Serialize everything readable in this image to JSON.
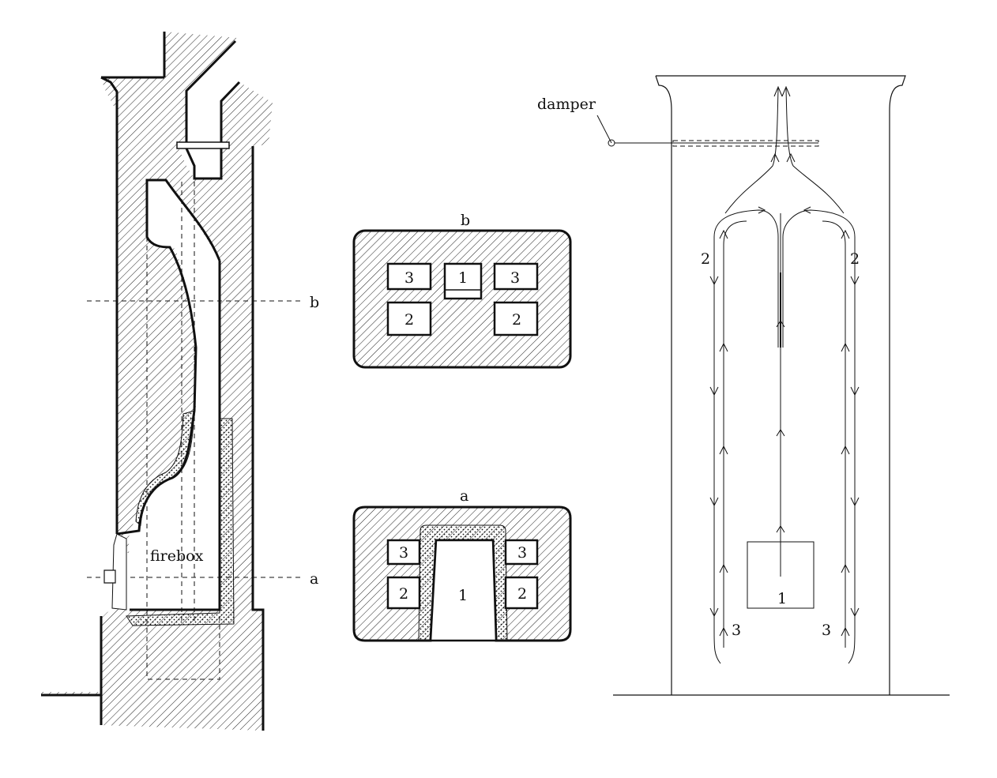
{
  "colors": {
    "ink": "#111111",
    "hatch": "#222222",
    "background": "#ffffff"
  },
  "side_section": {
    "firebox_label": "firebox",
    "cut_a_label": "a",
    "cut_b_label": "b"
  },
  "section_b": {
    "title": "b",
    "flues": [
      "3",
      "1",
      "3",
      "2",
      "2"
    ]
  },
  "section_a": {
    "title": "a",
    "flues": [
      "3",
      "3",
      "2",
      "1",
      "2"
    ]
  },
  "flow_diagram": {
    "damper_label": "damper",
    "main_flue_label": "1",
    "left_down_label": "2",
    "right_down_label": "2",
    "left_up_label": "3",
    "right_up_label": "3"
  }
}
